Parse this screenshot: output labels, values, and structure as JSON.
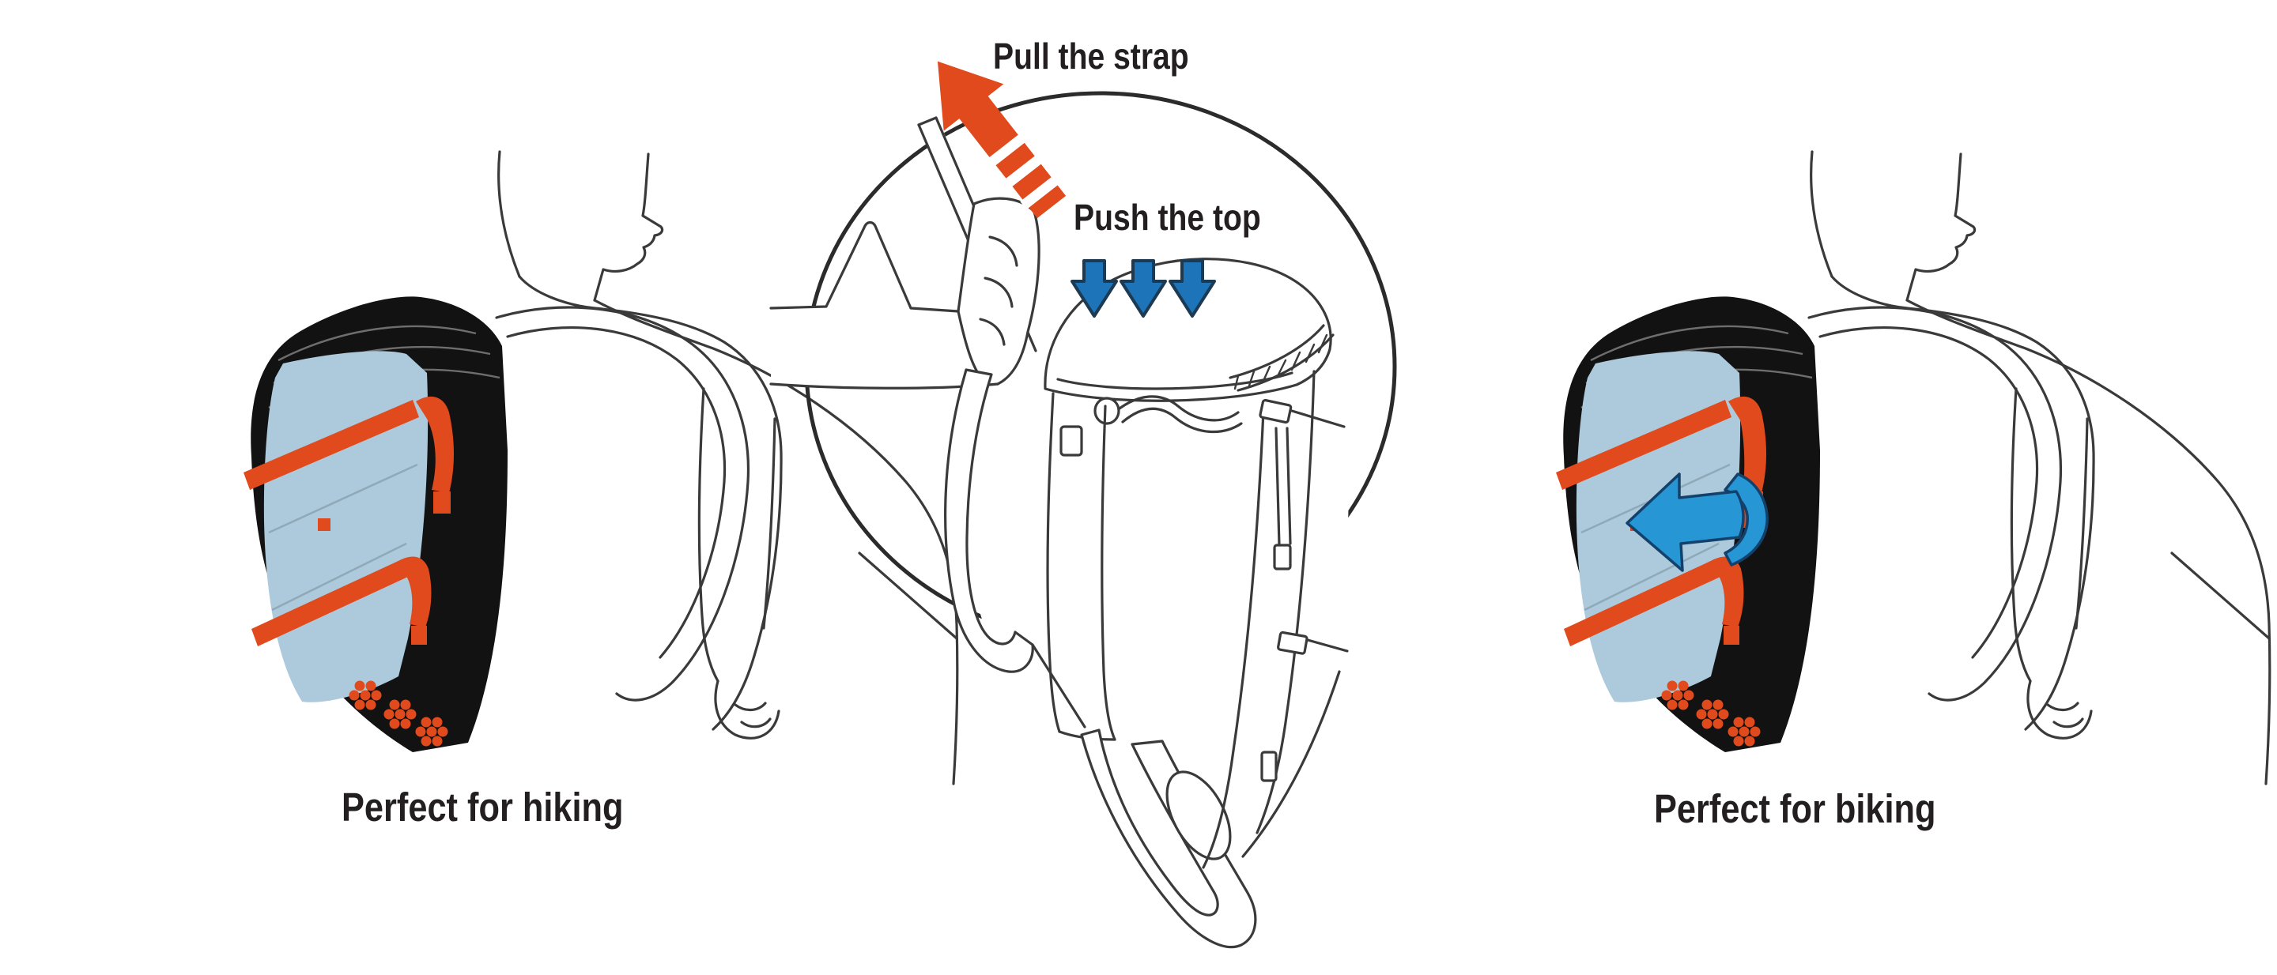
{
  "illustration": {
    "left_panel": {
      "caption": "Perfect for hiking"
    },
    "center_panel": {
      "pull_label": "Pull the strap",
      "push_label": "Push the top"
    },
    "right_panel": {
      "caption": "Perfect for biking"
    }
  },
  "colors": {
    "ink": "#231F20",
    "outline": "#3A3A3A",
    "pack_black": "#121212",
    "panel_blue": "#ADCADC",
    "accent_orange": "#E04A1C",
    "push_arrow_blue": "#1E74B9",
    "turn_arrow_blue": "#2697D4",
    "background": "#FFFFFF"
  },
  "icons": {
    "pull_arrow": "diagonal-up-left-arrow",
    "push_arrows": "three-down-arrows",
    "turn_arrow": "curved-left-arrow"
  }
}
